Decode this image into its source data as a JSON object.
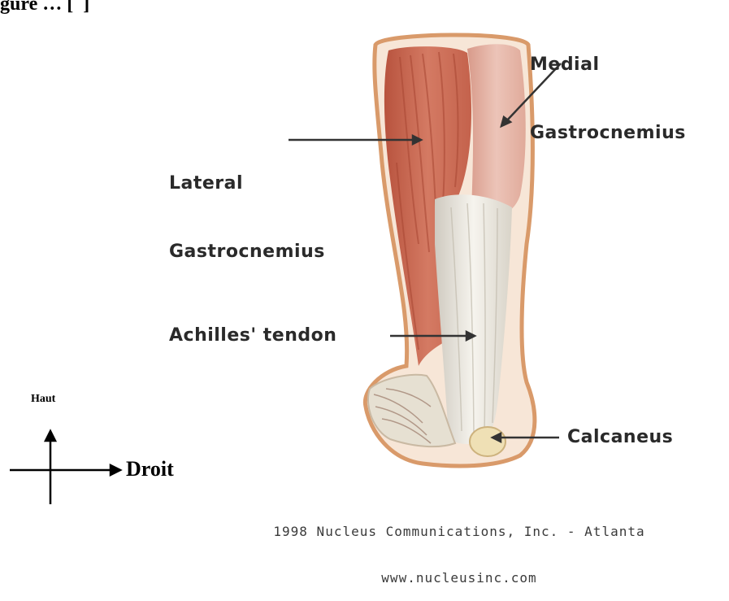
{
  "header": {
    "text": "gure … [  ]"
  },
  "labels": {
    "medial_line1": "Medial",
    "medial_line2": "Gastrocnemius",
    "lateral_line1": "Lateral",
    "lateral_line2": "Gastrocnemius",
    "achilles": "Achilles' tendon",
    "calcaneus": "Calcaneus"
  },
  "credit": {
    "line1": "1998 Nucleus Communications, Inc. - Atlanta",
    "line2": "www.nucleusinc.com"
  },
  "orientation": {
    "up_label": "Haut",
    "right_label": "Droit"
  },
  "colors": {
    "muscle": "#c96a55",
    "muscle_light": "#e7b1a4",
    "tendon": "#ecebe4",
    "skin_outline": "#d99a6a",
    "bone": "#efe0b5"
  }
}
